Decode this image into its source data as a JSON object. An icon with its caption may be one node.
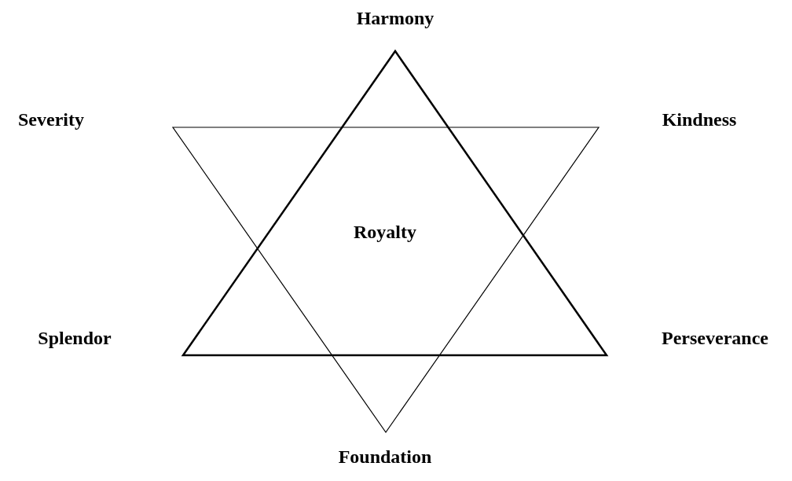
{
  "diagram": {
    "labels": [
      "Harmony",
      "Severity",
      "Kindness",
      "Royalty",
      "Splendor",
      "Perseverance",
      "Foundation"
    ]
  }
}
